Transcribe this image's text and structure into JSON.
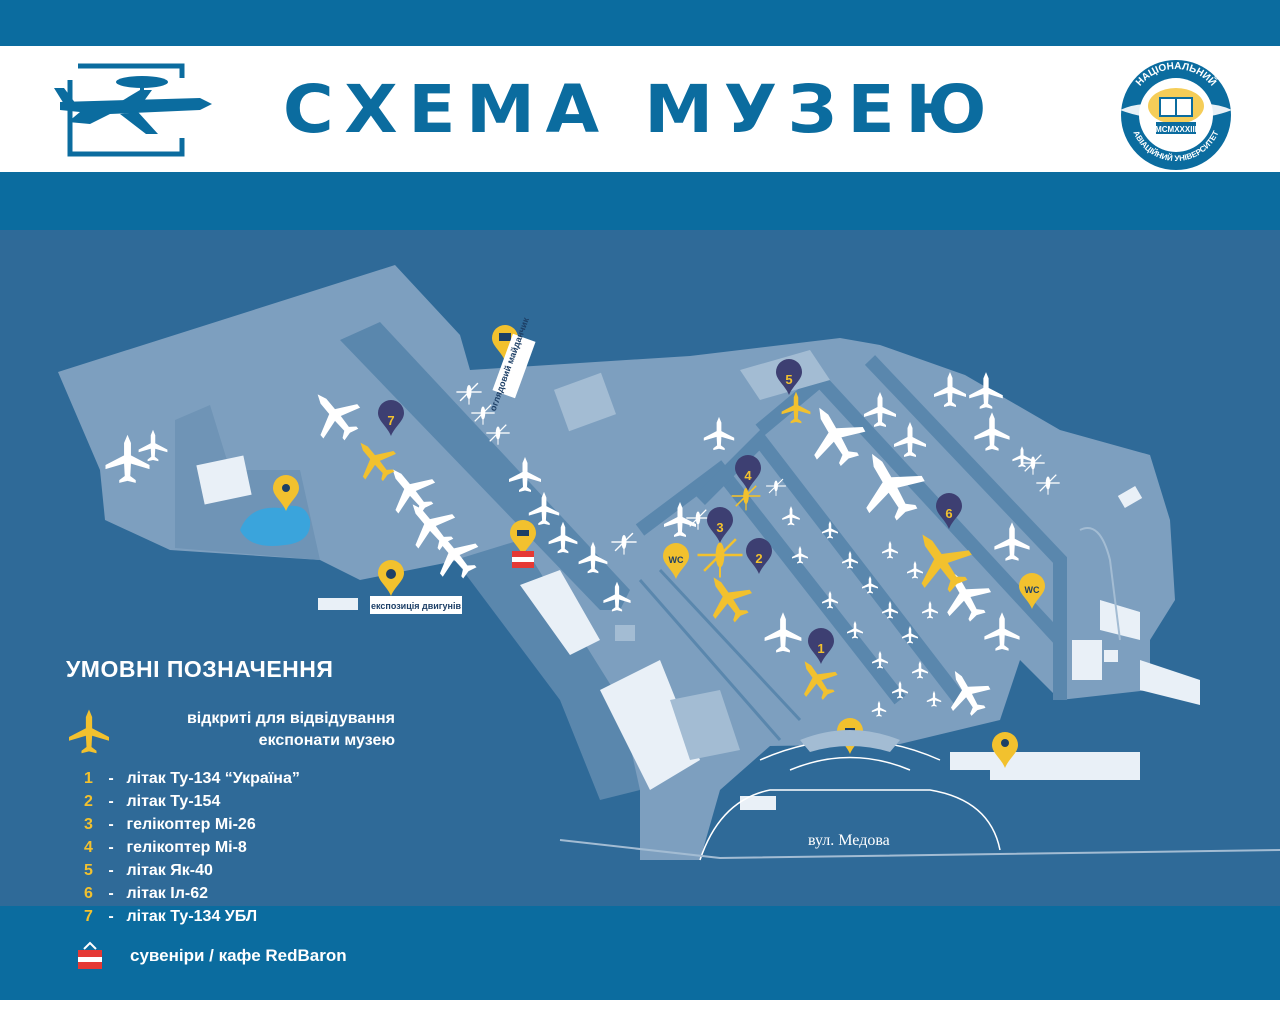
{
  "header": {
    "title": "СХЕМА МУЗЕЮ",
    "university_logo_text_top": "НАЦІОНАЛЬНИЙ",
    "university_logo_text_bottom": "АВІАЦІЙНИЙ УНІВЕРСИТЕТ",
    "university_logo_year": "MCMXXXIII"
  },
  "map": {
    "observation_deck_label": "оглядовий майданчик",
    "engines_exhibit_label": "експозиція двигунів",
    "wc_label": "WC",
    "street_label": "вул. Медова",
    "pins": [
      {
        "number": "1"
      },
      {
        "number": "2"
      },
      {
        "number": "3"
      },
      {
        "number": "4"
      },
      {
        "number": "5"
      },
      {
        "number": "6"
      },
      {
        "number": "7"
      }
    ]
  },
  "legend": {
    "title": "УМОВНІ ПОЗНАЧЕННЯ",
    "open_exhibits_text": "відкриті для відвідування експонати музею",
    "items": [
      {
        "num": "1",
        "dash": "-",
        "label": "літак Ту-134 “Україна”"
      },
      {
        "num": "2",
        "dash": "-",
        "label": "літак Ту-154"
      },
      {
        "num": "3",
        "dash": "-",
        "label": "гелікоптер Мі-26"
      },
      {
        "num": "4",
        "dash": "-",
        "label": "гелікоптер Мі-8"
      },
      {
        "num": "5",
        "dash": "-",
        "label": "літак Як-40"
      },
      {
        "num": "6",
        "dash": "-",
        "label": "літак Іл-62"
      },
      {
        "num": "7",
        "dash": "-",
        "label": "літак Ту-134 УБЛ"
      }
    ],
    "souvenir_text": "сувеніри / кафе RedBaron"
  },
  "colors": {
    "brand_blue": "#0b6c9f",
    "map_bg": "#2f6a98",
    "area_fill": "#7d9fbf",
    "pin_dark": "#3d3f72",
    "highlight_yellow": "#f2c12e",
    "white": "#ffffff"
  }
}
